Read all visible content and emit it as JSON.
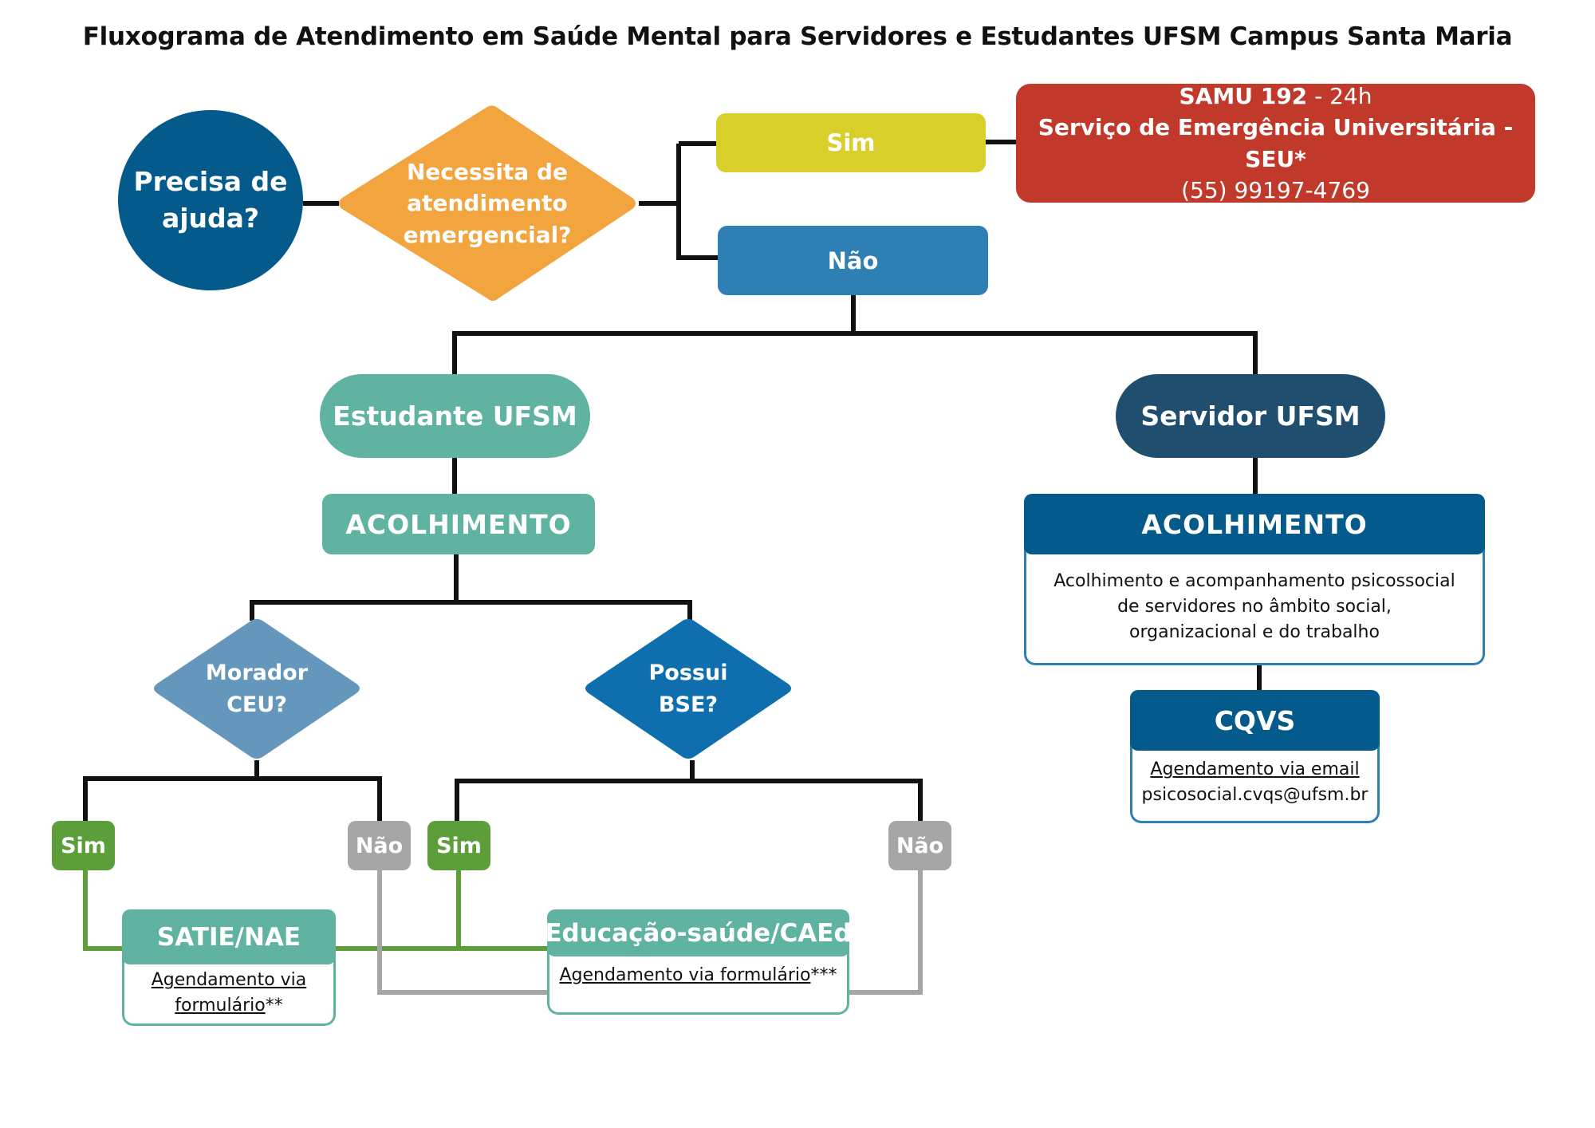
{
  "title": "Fluxograma de Atendimento em Saúde Mental para Servidores e Estudantes UFSM Campus Santa Maria",
  "colors": {
    "start": "#055a8c",
    "emergency_question": "#f2a43f",
    "yes_yellow": "#d9cf2a",
    "no_blue": "#2e7fb4",
    "emergency_red": "#c0392b",
    "student_teal": "#5fb3a0",
    "servidor_navy": "#1f4e6e",
    "servidor_blue": "#055a8c",
    "morador_blue": "#6497bb",
    "bse_blue": "#0e6eae",
    "sim_green": "#5b9e3a",
    "nao_gray": "#a6a6a6",
    "line_black": "#111111"
  },
  "start": {
    "label_line1": "Precisa de",
    "label_line2": "ajuda?"
  },
  "emergency_question": {
    "line1": "Necessita de",
    "line2": "atendimento",
    "line3": "emergencial?"
  },
  "emergency_yes": {
    "label": "Sim"
  },
  "emergency_no": {
    "label": "Não"
  },
  "emergency_contacts": {
    "samu_bold": "SAMU 192",
    "samu_rest": " - 24h",
    "seu": "Serviço de Emergência Universitária - SEU*",
    "phone": "(55) 99197-4769"
  },
  "student": {
    "label": "Estudante UFSM",
    "acolhimento": "ACOLHIMENTO",
    "morador_question": {
      "line1": "Morador",
      "line2": "CEU?"
    },
    "bse_question": {
      "line1": "Possui",
      "line2": "BSE?"
    },
    "morador_yes": "Sim",
    "morador_no": "Não",
    "bse_yes": "Sim",
    "bse_no": "Não",
    "satie": {
      "title": "SATIE/NAE",
      "link_line1": "Agendamento via",
      "link_line2": "formulário",
      "suffix": "**"
    },
    "caed": {
      "title": "Educação-saúde/CAEd",
      "link": "Agendamento via formulário",
      "suffix": "***"
    }
  },
  "servidor": {
    "label": "Servidor UFSM",
    "acolhimento": "ACOLHIMENTO",
    "description_line1": "Acolhimento e acompanhamento psicossocial",
    "description_line2": "de servidores no âmbito social,",
    "description_line3": "organizacional e do trabalho",
    "cqvs": {
      "title": "CQVS",
      "link": "Agendamento via email",
      "email": "psicosocial.cvqs@ufsm.br"
    }
  }
}
